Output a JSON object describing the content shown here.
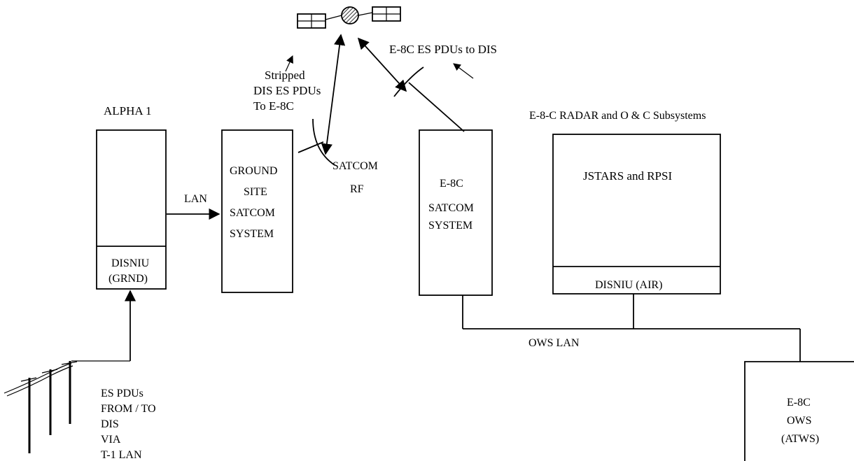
{
  "satellite": {
    "icon": "satellite-icon"
  },
  "labels": {
    "e8c_pdus_to_dis": "E-8C ES PDUs to DIS",
    "stripped_1": "Stripped",
    "stripped_2": "DIS ES PDUs",
    "stripped_3": "To E-8C",
    "satcom_rf_1": "SATCOM",
    "satcom_rf_2": "RF",
    "lan": "LAN",
    "ows_lan": "OWS LAN",
    "t1_1": "ES PDUs",
    "t1_2": "FROM / TO",
    "t1_3": "DIS",
    "t1_4": "VIA",
    "t1_5": "T-1 LAN"
  },
  "alpha": {
    "title": "ALPHA 1",
    "niu_1": "DISNIU",
    "niu_2": "(GRND)"
  },
  "ground_site": {
    "line1": "GROUND",
    "line2": "SITE",
    "line3": "SATCOM",
    "line4": "SYSTEM"
  },
  "e8c_satcom": {
    "line1": "E-8C",
    "line2": "SATCOM",
    "line3": "SYSTEM"
  },
  "radar": {
    "title": "E-8-C RADAR and O & C Subsystems",
    "inner": "JSTARS and RPSI",
    "niu": "DISNIU (AIR)"
  },
  "ows": {
    "line1": "E-8C",
    "line2": "OWS",
    "line3": "(ATWS)"
  }
}
